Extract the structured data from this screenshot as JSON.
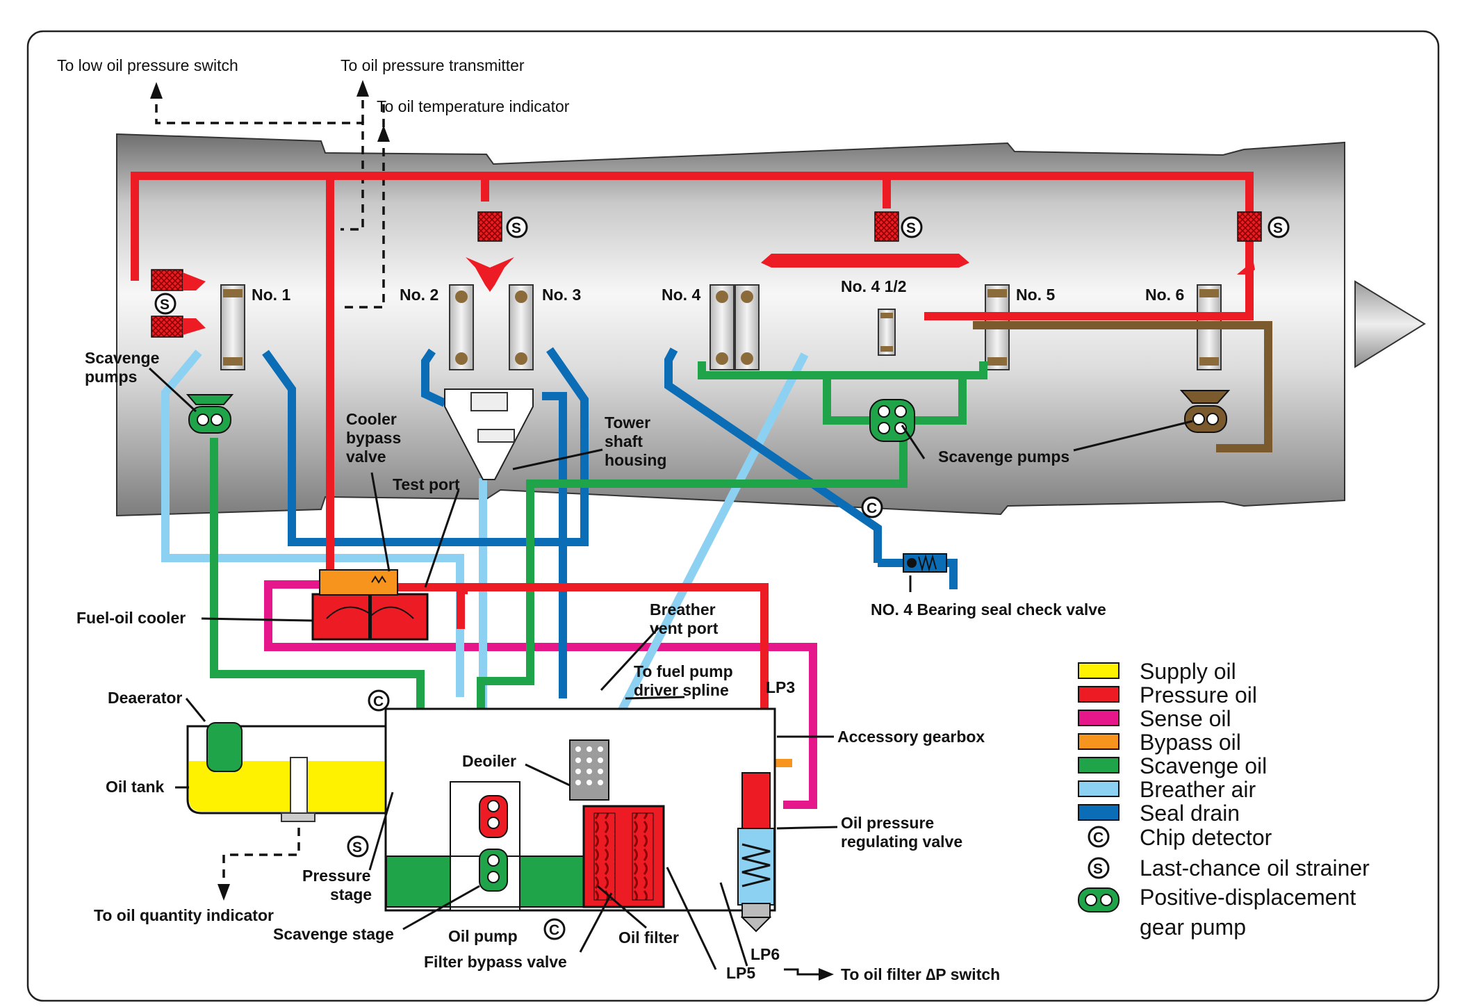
{
  "labels": {
    "low_oil_pressure_switch": "To low oil pressure switch",
    "oil_pressure_transmitter": "To oil pressure transmitter",
    "oil_temperature_indicator": "To oil temperature indicator",
    "no1": "No. 1",
    "no2": "No. 2",
    "no3": "No. 3",
    "no4": "No. 4",
    "no4half": "No. 4 1/2",
    "no5": "No. 5",
    "no6": "No. 6",
    "scavenge_pumps_left_1": "Scavenge",
    "scavenge_pumps_left_2": "pumps",
    "cooler_bypass_1": "Cooler",
    "cooler_bypass_2": "bypass",
    "cooler_bypass_3": "valve",
    "test_port": "Test port",
    "tower_shaft_1": "Tower",
    "tower_shaft_2": "shaft",
    "tower_shaft_3": "housing",
    "scavenge_pumps_right": "Scavenge pumps",
    "fuel_oil_cooler": "Fuel-oil cooler",
    "breather_vent_1": "Breather",
    "breather_vent_2": "vent port",
    "no4_seal_check_valve": "NO. 4 Bearing seal check valve",
    "fuel_pump_spline_1": "To fuel pump",
    "fuel_pump_spline_2": "driver spline",
    "lp3": "LP3",
    "deaerator": "Deaerator",
    "accessory_gearbox": "Accessory gearbox",
    "deoiler": "Deoiler",
    "oil_tank": "Oil tank",
    "oil_pressure_reg_1": "Oil pressure",
    "oil_pressure_reg_2": "regulating valve",
    "pressure_stage_1": "Pressure",
    "pressure_stage_2": "stage",
    "oil_quantity_indicator": "To oil quantity indicator",
    "scavenge_stage": "Scavenge stage",
    "oil_pump": "Oil pump",
    "oil_filter": "Oil filter",
    "filter_bypass_valve": "Filter bypass valve",
    "lp6": "LP6",
    "lp5": "LP5",
    "oil_filter_dp_switch": "To oil filter ∆P switch",
    "chip_symbol": "C",
    "strainer_symbol": "S"
  },
  "legend": [
    {
      "label": "Supply oil",
      "color": "#fff200"
    },
    {
      "label": "Pressure oil",
      "color": "#ed1c24"
    },
    {
      "label": "Sense oil",
      "color": "#e6178a"
    },
    {
      "label": "Bypass oil",
      "color": "#f7941d"
    },
    {
      "label": "Scavenge oil",
      "color": "#1fa44a"
    },
    {
      "label": "Breather air",
      "color": "#8dd1f2"
    },
    {
      "label": "Seal drain",
      "color": "#0b6db6"
    }
  ],
  "legend_symbols": {
    "chip_detector": "Chip detector",
    "strainer": "Last-chance oil strainer",
    "gear_pump_1": "Positive-displacement",
    "gear_pump_2": "gear pump"
  }
}
